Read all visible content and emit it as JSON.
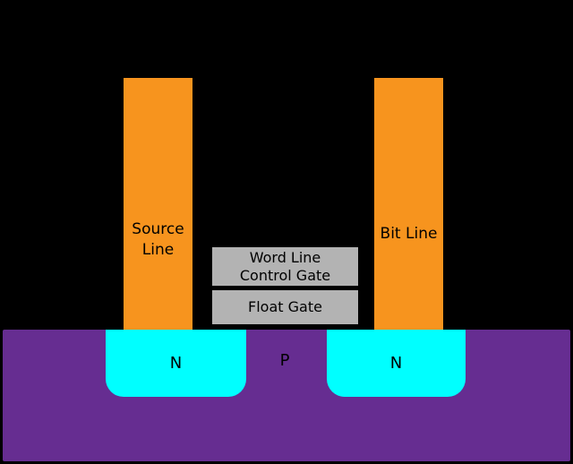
{
  "diagram": {
    "type": "flash-memory-cell-cross-section",
    "colors": {
      "background": "#000000",
      "substrate_p": "#662D91",
      "n_region": "#00FFFF",
      "conductor": "#F7941E",
      "gate": "#B3B3B3",
      "text": "#000000"
    },
    "labels": {
      "source_line": "Source Line",
      "bit_line": "Bit Line",
      "word_line": "Word Line",
      "control_gate": "Control Gate",
      "float_gate": "Float Gate",
      "n_left": "N",
      "n_right": "N",
      "p_substrate": "P"
    }
  }
}
